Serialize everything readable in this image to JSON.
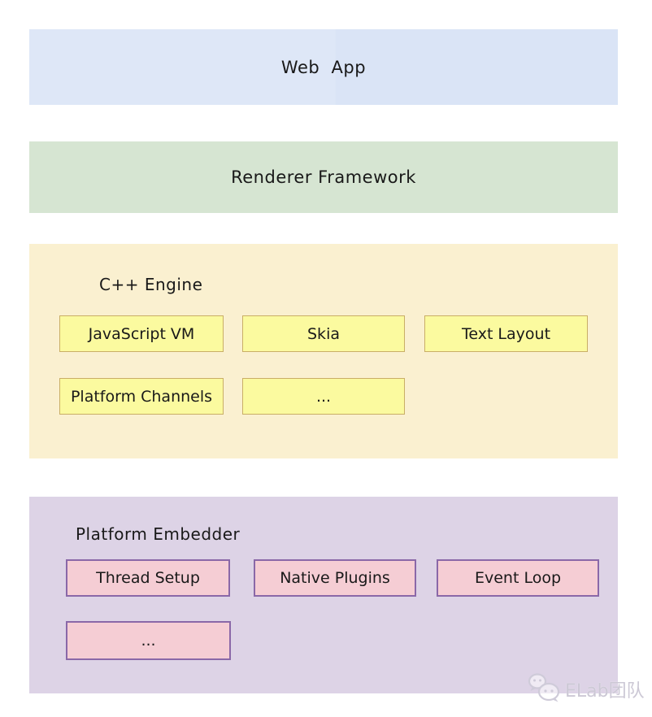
{
  "diagram": {
    "layers": [
      {
        "name": "web-app",
        "title": "Web  App"
      },
      {
        "name": "renderer-framework",
        "title": "Renderer Framework"
      },
      {
        "name": "cpp-engine",
        "title": "C++ Engine",
        "boxes": [
          "JavaScript VM",
          "Skia",
          "Text Layout",
          "Platform Channels",
          "..."
        ]
      },
      {
        "name": "platform-embedder",
        "title": "Platform Embedder",
        "boxes": [
          "Thread Setup",
          "Native Plugins",
          "Event Loop",
          "..."
        ]
      }
    ],
    "watermark": {
      "icon": "wechat-icon",
      "text": "ELab团队"
    },
    "colors": {
      "web_app_bg": "#dbe5f6",
      "renderer_bg": "#d6e5d2",
      "engine_bg": "#faf0d0",
      "engine_box_bg": "#fbfa9f",
      "engine_box_border": "#c9ae66",
      "embedder_bg": "#ddd3e6",
      "embedder_box_bg": "#f5cdd4",
      "embedder_box_border": "#8a68a8",
      "text": "#191919",
      "watermark_text": "#ccc8d5"
    }
  }
}
